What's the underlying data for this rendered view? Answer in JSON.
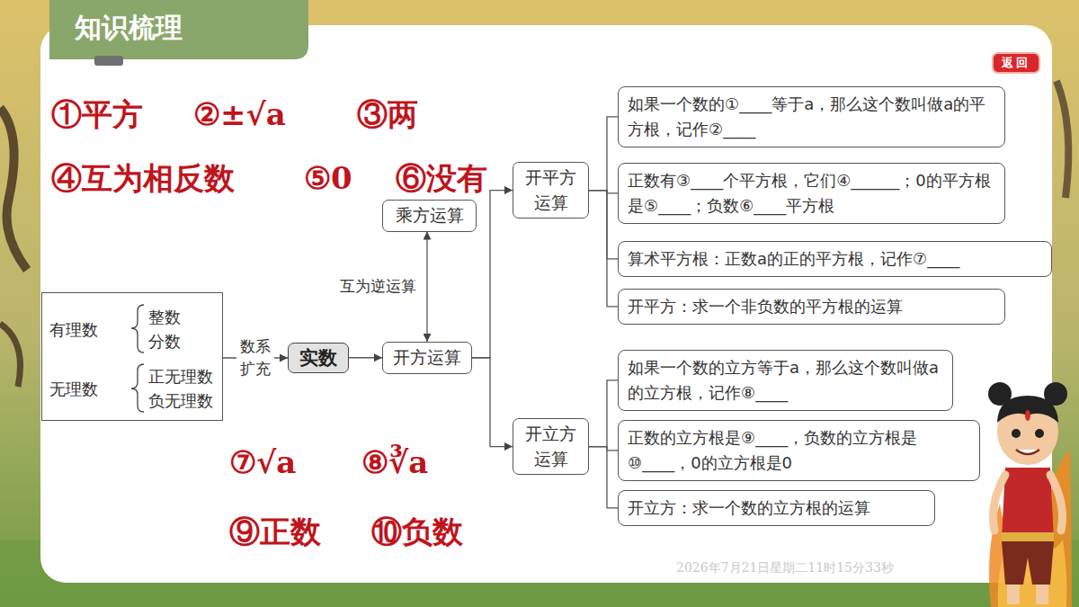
{
  "diagram": {
    "title": "知识梳理",
    "nodes": [
      {
        "text": [
          "有理数",
          "整数",
          "分数",
          "无理数",
          "正无理数",
          "负无理数"
        ]
      },
      {
        "text": [
          "实数"
        ]
      },
      {
        "text": [
          "开方运算"
        ]
      },
      {
        "text": [
          "乘方运算"
        ]
      },
      {
        "text": [
          "开平方 运算"
        ]
      },
      {
        "text": [
          "如果一个数的①____等于a，那么这个数叫做a的平方根，记作②____"
        ]
      },
      {
        "text": [
          "正数有③____个平方根，它们④______；0的平方根是⑤____；负数⑥____平方根"
        ]
      },
      {
        "text": [
          "算术平方根：正数a的正的平方根，记作⑦____"
        ]
      },
      {
        "text": [
          "开平方：求一个非负数的平方根的运算"
        ]
      },
      {
        "text": [
          "开立方 运算"
        ]
      },
      {
        "text": [
          "如果一个数的立方等于a，那么这个数叫做a的立方根，记作⑧____"
        ]
      },
      {
        "text": [
          "正数的立方根是⑨____，负数的立方根是⑩____，0的立方根是0"
        ]
      },
      {
        "text": [
          "开立方：求一个数的立方根的运算"
        ]
      },
      {
        "text": [
          "返回"
        ]
      }
    ],
    "edges": [
      {
        "from": 0,
        "to": 1,
        "arrow": "to",
        "label": "数系 扩充"
      },
      {
        "from": 1,
        "to": 2,
        "arrow": "to"
      },
      {
        "from": 2,
        "to": 3,
        "arrow": "both",
        "label": "互为逆运算"
      },
      {
        "from": 2,
        "to": 4,
        "arrow": "to"
      },
      {
        "from": 2,
        "to": 9,
        "arrow": "to"
      },
      {
        "from": 4,
        "to": 5,
        "arrow": "none"
      },
      {
        "from": 4,
        "to": 6,
        "arrow": "none"
      },
      {
        "from": 4,
        "to": 7,
        "arrow": "none"
      },
      {
        "from": 4,
        "to": 8,
        "arrow": "none"
      },
      {
        "from": 9,
        "to": 10,
        "arrow": "none"
      },
      {
        "from": 9,
        "to": 11,
        "arrow": "none"
      },
      {
        "from": 9,
        "to": 12,
        "arrow": "none"
      }
    ],
    "labels": [
      "①平方",
      "②±√a",
      "③两",
      "④互为相反数",
      "⑤0",
      "⑥没有",
      "⑦√a",
      "⑧∛a",
      "⑨正数",
      "⑩负数",
      "2026年7月21日星期二11时15分33秒"
    ]
  }
}
